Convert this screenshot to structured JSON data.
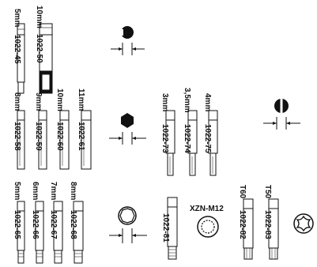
{
  "colors": {
    "ink": "#111111",
    "paper": "#ffffff"
  },
  "rows": [
    {
      "bits": [
        {
          "size": "5mm",
          "part": "1022-45"
        },
        {
          "size": "10mm",
          "part": "1022-50"
        }
      ],
      "profile_icon": "round-slotted-profile-icon"
    },
    {
      "bits": [
        {
          "size": "8mm",
          "part": "1022-58"
        },
        {
          "size": "9mm",
          "part": "1022-59"
        },
        {
          "size": "10mm",
          "part": "1022-60"
        },
        {
          "size": "11mm",
          "part": "1022-61"
        }
      ],
      "profile_icon": "hex-profile-icon"
    },
    {
      "bits": [
        {
          "size": "3mm",
          "part": "1022-73"
        },
        {
          "size": "3,5mm",
          "part": "1022-74"
        },
        {
          "size": "4mm",
          "part": "1022-75"
        }
      ],
      "profile_icon": "slotted-round-profile-icon"
    },
    {
      "bits": [
        {
          "size": "5mm",
          "part": "1022-65"
        },
        {
          "size": "6mm",
          "part": "1022-66"
        },
        {
          "size": "7mm",
          "part": "1022-67"
        },
        {
          "size": "8mm",
          "part": "1022-68"
        }
      ],
      "profile_icon": "twelve-point-profile-icon"
    },
    {
      "bits": [
        {
          "size": "",
          "part": "1022-81"
        }
      ],
      "spline_label": "XZN-M12",
      "profile_icon": "spline-profile-icon"
    },
    {
      "bits": [
        {
          "size": "T60",
          "part": "1022-82"
        },
        {
          "size": "T50",
          "part": "1022-83"
        }
      ],
      "profile_icon": "torx-profile-icon"
    }
  ]
}
